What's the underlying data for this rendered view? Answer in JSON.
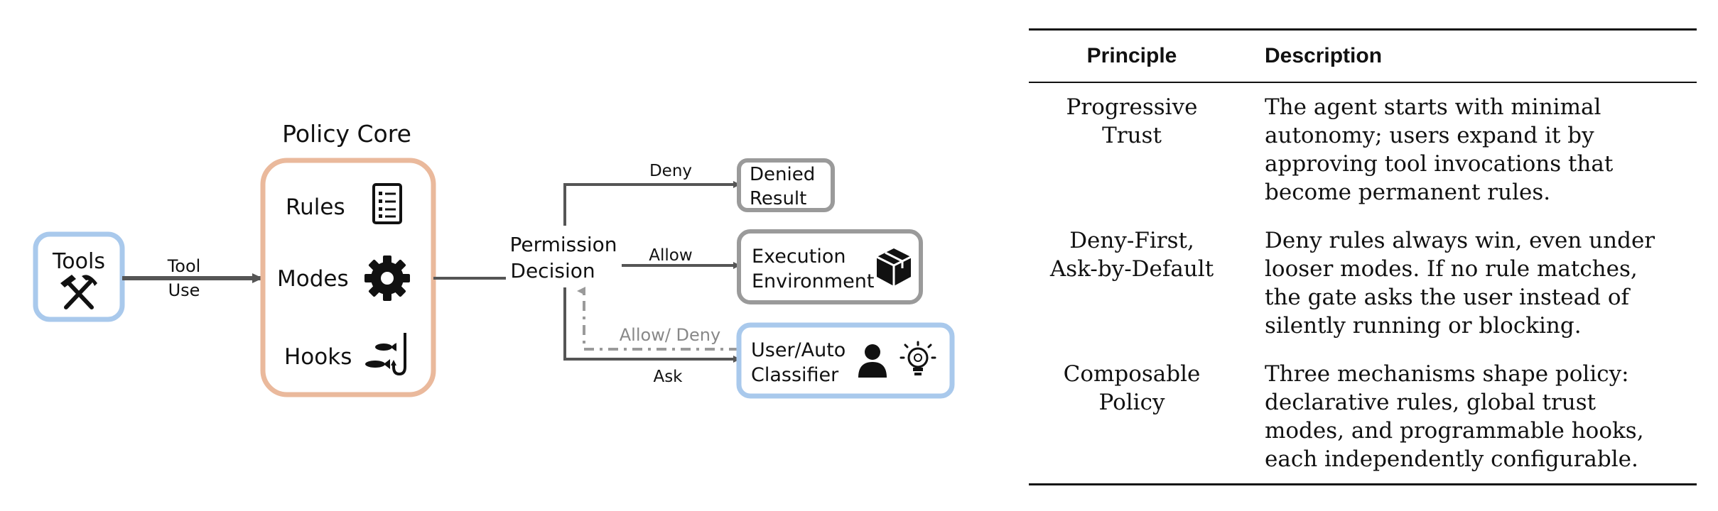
{
  "diagram": {
    "tools_label": "Tools",
    "tool_use_line1": "Tool",
    "tool_use_line2": "Use",
    "policy_core_title": "Policy Core",
    "rules_label": "Rules",
    "modes_label": "Modes",
    "hooks_label": "Hooks",
    "decision_line1": "Permission",
    "decision_line2": "Decision",
    "deny_label": "Deny",
    "allow_label": "Allow",
    "ask_label": "Ask",
    "feedback_label": "Allow/ Deny",
    "denied_line1": "Denied",
    "denied_line2": "Result",
    "exec_line1": "Execution",
    "exec_line2": "Environment",
    "user_line1": "User/Auto",
    "user_line2": "Classifier",
    "colors": {
      "tools_border": "#a9c9ec",
      "policy_border": "#eab99c",
      "gray_border": "#9a9a9a",
      "user_border": "#a9c9ec",
      "arrow": "#555555",
      "feedback_arrow": "#9a9a9a"
    },
    "icons": [
      "hammer-pick-icon",
      "checklist-icon",
      "gear-icon",
      "fish-hook-icon",
      "package-box-icon",
      "person-icon",
      "lightbulb-icon"
    ]
  },
  "table": {
    "header": {
      "principle": "Principle",
      "description": "Description"
    },
    "rows": [
      {
        "principle_lines": [
          "Progressive",
          "Trust"
        ],
        "description": "The agent starts with minimal\nautonomy; users expand it by\napproving tool invocations that\nbecome permanent rules."
      },
      {
        "principle_lines": [
          "Deny-First,",
          "Ask-by-Default"
        ],
        "description": "Deny rules always win, even under\nlooser modes. If no rule matches,\nthe gate asks the user instead of\nsilently running or blocking."
      },
      {
        "principle_lines": [
          "Composable",
          "Policy"
        ],
        "description": "Three mechanisms shape policy:\ndeclarative rules, global trust\nmodes, and programmable hooks,\neach independently configurable."
      }
    ]
  }
}
